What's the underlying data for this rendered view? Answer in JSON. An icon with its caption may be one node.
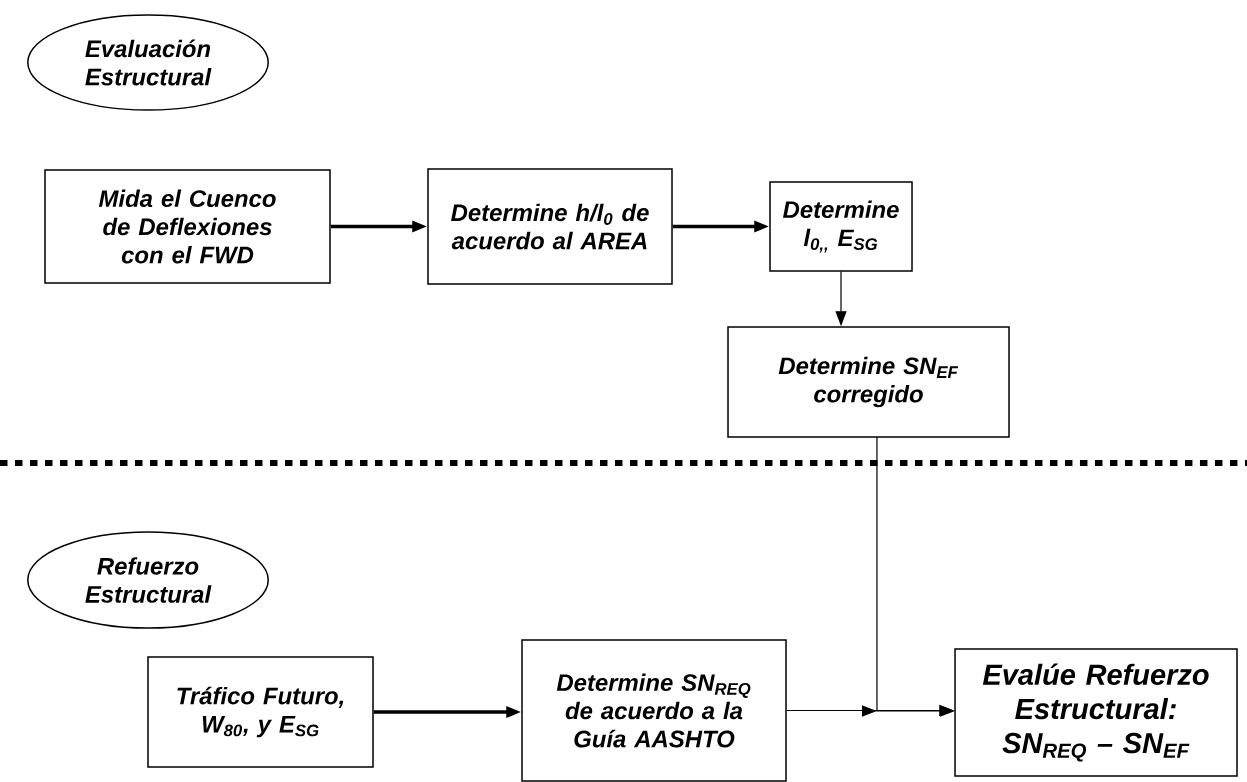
{
  "diagram": {
    "nodes": [
      {
        "text": [
          "Evaluación Estructural"
        ]
      },
      {
        "text": [
          "Mida el Cuenco de Deflexiones con el FWD"
        ]
      },
      {
        "text": [
          "Determine h/l$_{0}$ de acuerdo al AREA"
        ]
      },
      {
        "text": [
          "Determine l$_{0,,}$ E$_{SG}$"
        ]
      },
      {
        "text": [
          "Determine SN$_{EF}$ corregido"
        ]
      },
      {
        "text": [
          "Refuerzo Estructural"
        ]
      },
      {
        "text": [
          "Tráfico Futuro, W$_{80}$, y  E$_{SG}$"
        ]
      },
      {
        "text": [
          "Determine SN$_{REQ}$ de acuerdo a la Guía AASHTO"
        ]
      },
      {
        "text": [
          "Evalúe Refuerzo Estructural: SN$_{REQ}$ – SN$_{EF}$"
        ]
      }
    ],
    "edges": [
      {
        "from": 1,
        "to": 2,
        "arrow": "to",
        "style": "thick"
      },
      {
        "from": 2,
        "to": 3,
        "arrow": "to",
        "style": "thick"
      },
      {
        "from": 3,
        "to": 4,
        "arrow": "to"
      },
      {
        "from": 4,
        "to": 8,
        "arrow": "to"
      },
      {
        "from": 6,
        "to": 7,
        "arrow": "to",
        "style": "thick"
      },
      {
        "from": 7,
        "to": 8,
        "arrow": "to"
      }
    ]
  }
}
